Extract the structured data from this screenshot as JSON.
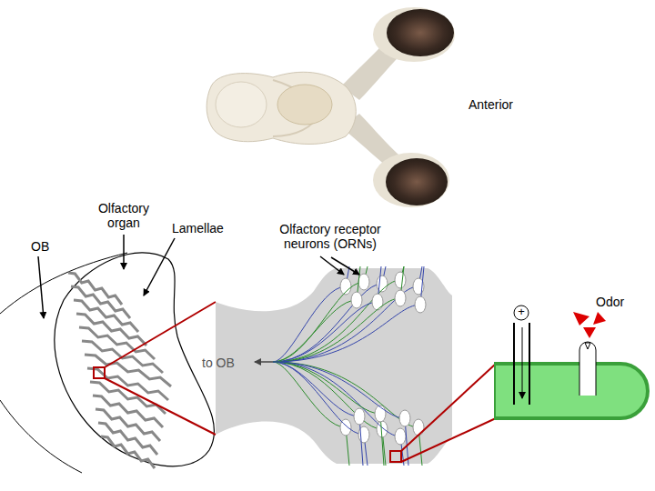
{
  "diagram": {
    "labels": [
      "Anterior",
      "Olfactory organ",
      "OB",
      "Lamellae",
      "Olfactory receptor neurons (ORNs)",
      "to OB",
      "+",
      "Odor"
    ]
  }
}
